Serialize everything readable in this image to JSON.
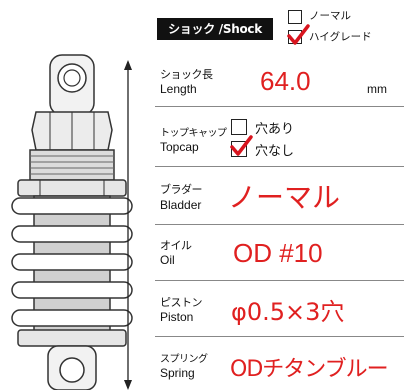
{
  "header": {
    "badge": "ショック /Shock",
    "options": [
      {
        "label": "ノーマル",
        "checked": false
      },
      {
        "label": "ハイグレード",
        "checked": true
      }
    ]
  },
  "rows": {
    "length": {
      "label_jp": "ショック長",
      "label_en": "Length",
      "value": "64.0",
      "unit": "mm"
    },
    "topcap": {
      "label_jp": "トップキャップ",
      "label_en": "Topcap",
      "options": [
        {
          "label": "穴あり",
          "checked": false
        },
        {
          "label": "穴なし",
          "checked": true
        }
      ]
    },
    "bladder": {
      "label_jp": "ブラダー",
      "label_en": "Bladder",
      "value": "ノーマル"
    },
    "oil": {
      "label_jp": "オイル",
      "label_en": "Oil",
      "value": "OD #10"
    },
    "piston": {
      "label_jp": "ピストン",
      "label_en": "Piston",
      "value": "φ0.5×3穴"
    },
    "spring": {
      "label_jp": "スプリング",
      "label_en": "Spring",
      "value": "ODチタンブルー"
    }
  },
  "colors": {
    "accent_red": "#e02020",
    "check_red": "#d8141e",
    "badge_bg": "#111111"
  },
  "icons": [
    "shock-absorber-illustration",
    "check-mark-icon",
    "length-arrow-icon"
  ]
}
